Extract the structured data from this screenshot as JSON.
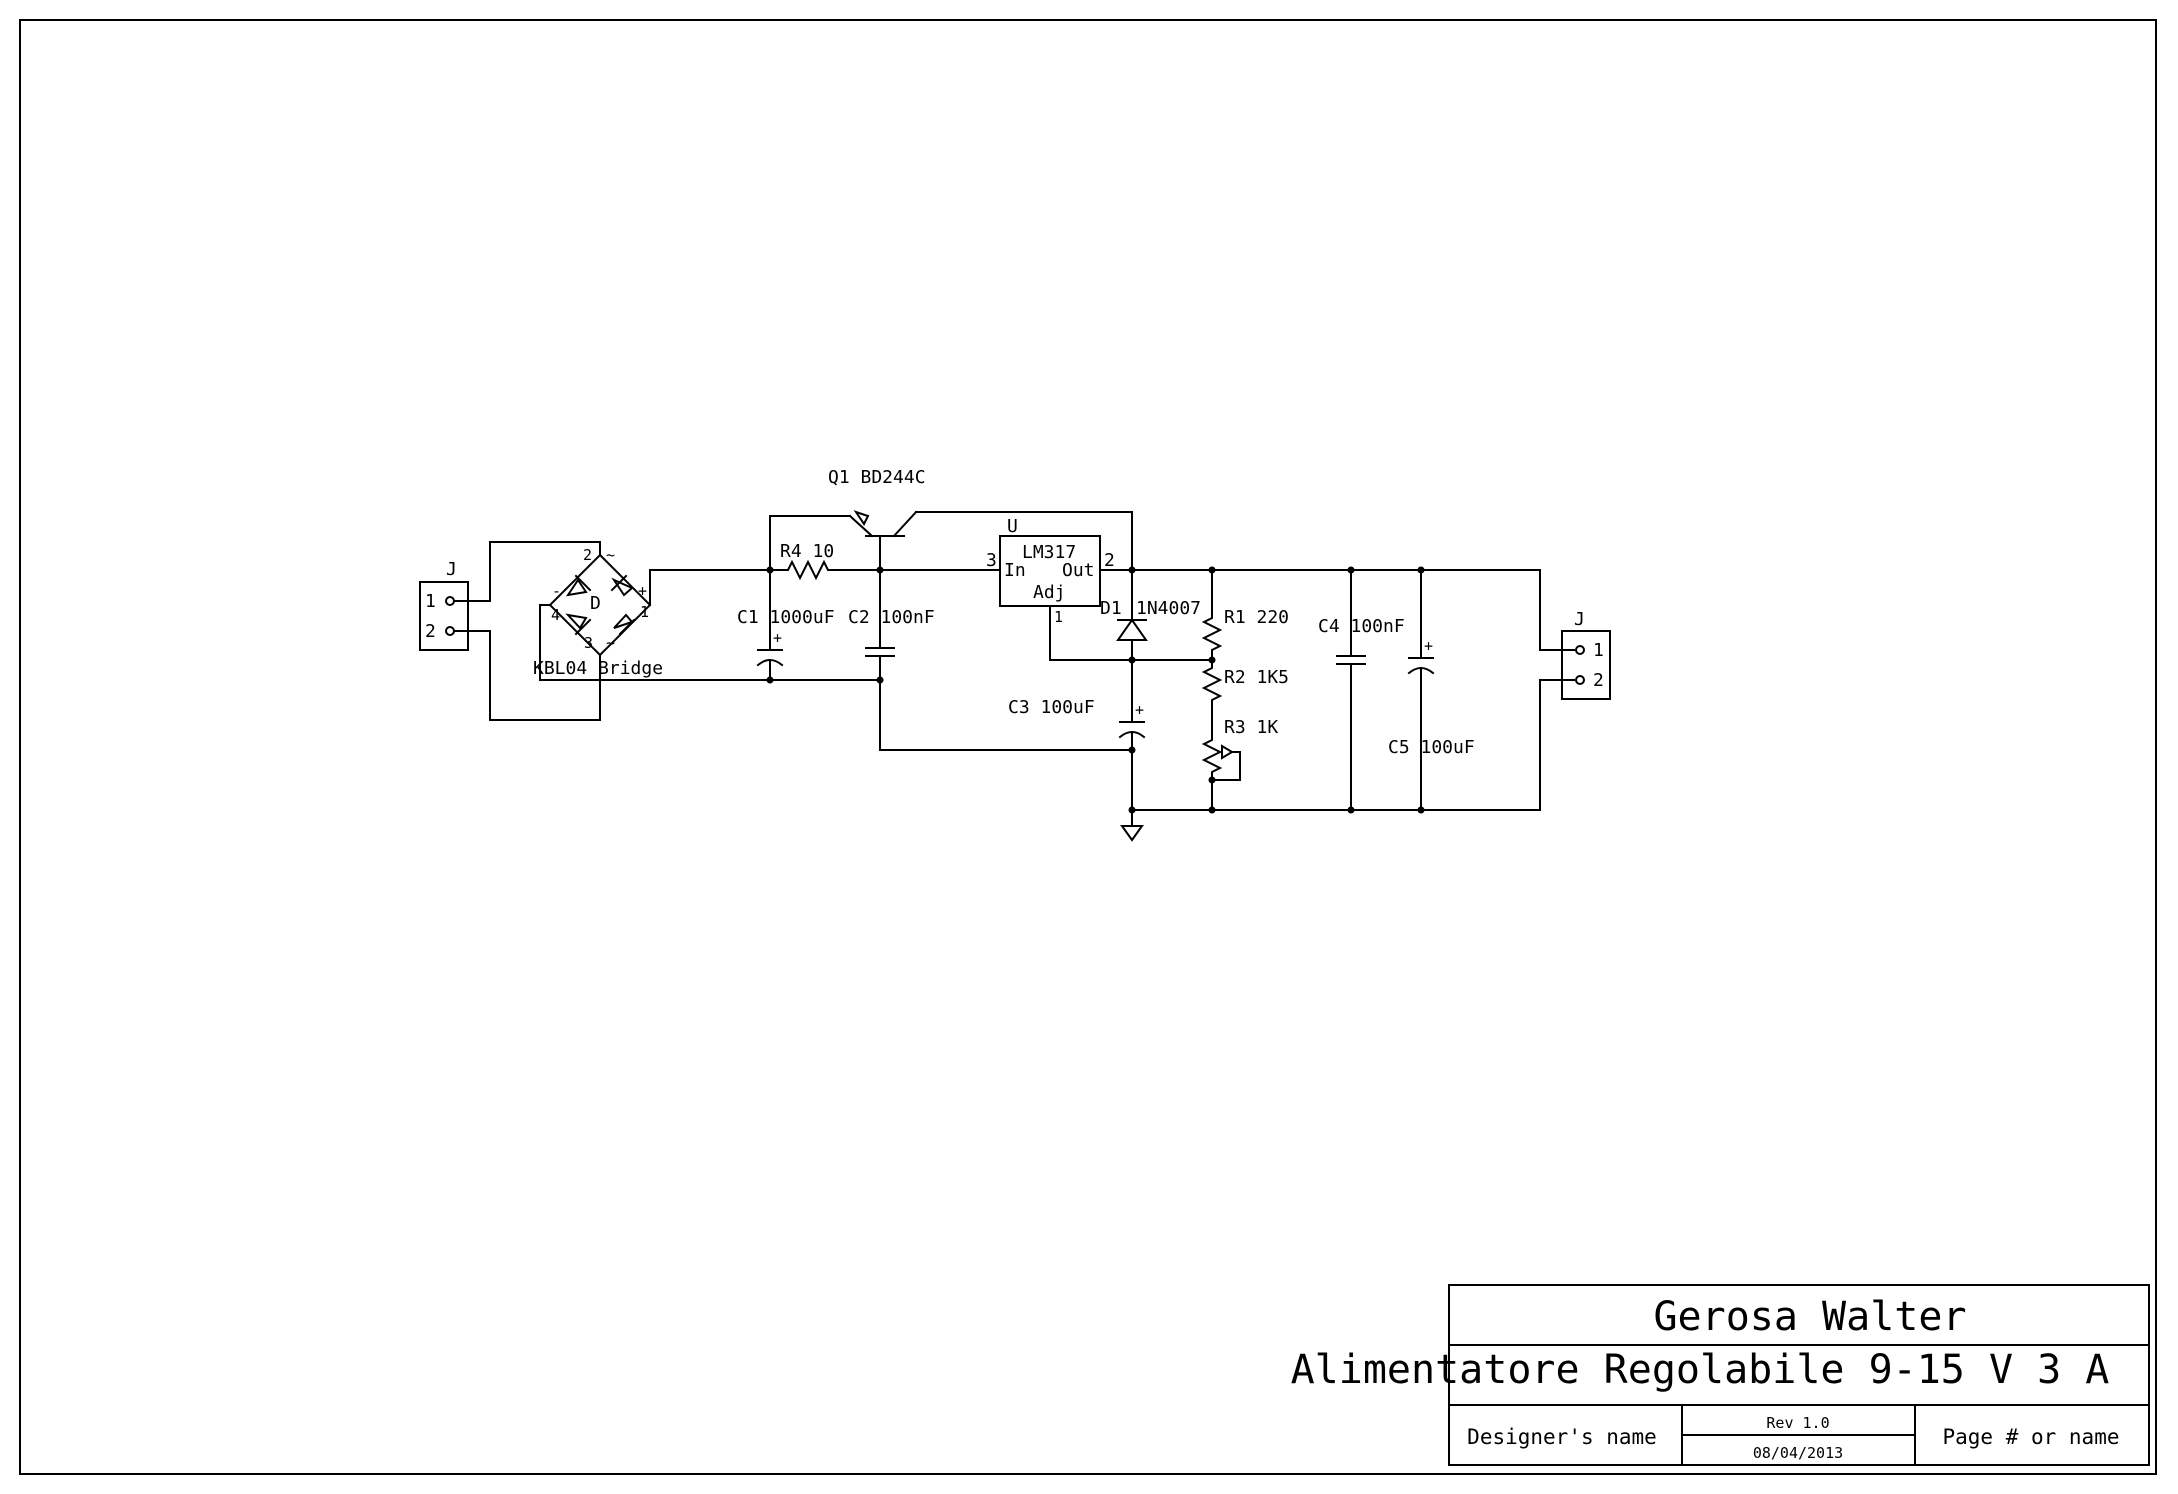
{
  "title_block": {
    "designer": "Gerosa Walter",
    "project": "Alimentatore Regolabile 9-15 V 3 A",
    "designer_label": "Designer's name",
    "revision": "Rev 1.0",
    "date": "08/04/2013",
    "page": "Page # or name"
  },
  "components": {
    "j_in": {
      "ref": "J",
      "pin1": "1",
      "pin2": "2"
    },
    "bridge": {
      "ref": "D",
      "value": "KBL04 Bridge",
      "pin1": "1",
      "pin2": "2",
      "pin3": "3",
      "pin4": "4",
      "plus": "+",
      "minus": "-",
      "ac1": "~",
      "ac2": "~"
    },
    "c1": {
      "label": "C1 1000uF"
    },
    "c2": {
      "label": "C2 100nF"
    },
    "r4": {
      "label": "R4 10"
    },
    "q1": {
      "label": "Q1 BD244C"
    },
    "u": {
      "ref": "U",
      "part": "LM317",
      "in": "In",
      "out": "Out",
      "adj": "Adj",
      "pin_in": "3",
      "pin_out": "2",
      "pin_adj": "1"
    },
    "d1": {
      "ref": "D1",
      "value": "1N4007"
    },
    "c3": {
      "label": "C3 100uF"
    },
    "r1": {
      "label": "R1 220"
    },
    "r2": {
      "label": "R2 1K5"
    },
    "r3": {
      "label": "R3 1K"
    },
    "c4": {
      "label": "C4 100nF"
    },
    "c5": {
      "label": "C5 100uF"
    },
    "j_out": {
      "ref": "J",
      "pin1": "1",
      "pin2": "2"
    },
    "cap_plus": "+"
  }
}
